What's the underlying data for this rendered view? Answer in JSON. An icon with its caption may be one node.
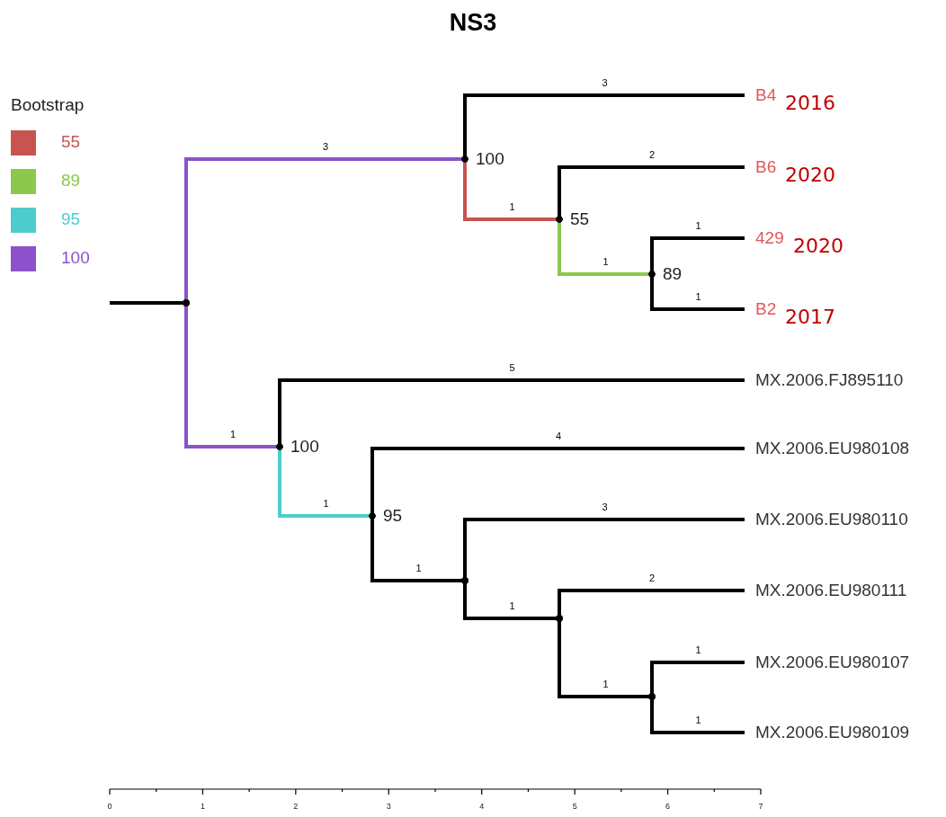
{
  "diagram": {
    "title": "NS3",
    "nodes": [
      {
        "text": [],
        "shape": "circle"
      },
      {
        "text": [
          "100"
        ]
      },
      {
        "text": [
          "B4"
        ],
        "beside": [
          "2016"
        ]
      },
      {
        "text": [
          "55"
        ]
      },
      {
        "text": [
          "B6"
        ],
        "beside": [
          "2020"
        ]
      },
      {
        "text": [
          "89"
        ]
      },
      {
        "text": [
          "429"
        ],
        "beside": [
          "2020"
        ]
      },
      {
        "text": [
          "B2"
        ],
        "beside": [
          "2017"
        ]
      },
      {
        "text": [
          "100"
        ]
      },
      {
        "text": [
          "MX.2006.FJ895110"
        ]
      },
      {
        "text": [
          "95"
        ]
      },
      {
        "text": [
          "MX.2006.EU980108"
        ]
      },
      {
        "text": [],
        "shape": "circle"
      },
      {
        "text": [
          "MX.2006.EU980110"
        ]
      },
      {
        "text": [],
        "shape": "circle"
      },
      {
        "text": [
          "MX.2006.EU980111"
        ]
      },
      {
        "text": [],
        "shape": "circle"
      },
      {
        "text": [
          "MX.2006.EU980107"
        ]
      },
      {
        "text": [
          "MX.2006.EU980109"
        ]
      }
    ],
    "edges": [
      {
        "from": null,
        "to": 0,
        "arrow": "none"
      },
      {
        "from": 0,
        "to": 1,
        "arrow": "none",
        "label": "3",
        "color": "#8b52cc"
      },
      {
        "from": 1,
        "to": 2,
        "arrow": "none",
        "label": "3"
      },
      {
        "from": 1,
        "to": 3,
        "arrow": "none",
        "label": "1",
        "color": "#c85450"
      },
      {
        "from": 3,
        "to": 4,
        "arrow": "none",
        "label": "2"
      },
      {
        "from": 3,
        "to": 5,
        "arrow": "none",
        "label": "1",
        "color": "#8cc84c"
      },
      {
        "from": 5,
        "to": 6,
        "arrow": "none",
        "label": "1"
      },
      {
        "from": 5,
        "to": 7,
        "arrow": "none",
        "label": "1"
      },
      {
        "from": 0,
        "to": 8,
        "arrow": "none",
        "label": "1",
        "color": "#8b52cc"
      },
      {
        "from": 8,
        "to": 9,
        "arrow": "none",
        "label": "5"
      },
      {
        "from": 8,
        "to": 10,
        "arrow": "none",
        "label": "1",
        "color": "#4ecbcc"
      },
      {
        "from": 10,
        "to": 11,
        "arrow": "none",
        "label": "4"
      },
      {
        "from": 10,
        "to": 12,
        "arrow": "none",
        "label": "1"
      },
      {
        "from": 12,
        "to": 13,
        "arrow": "none",
        "label": "3"
      },
      {
        "from": 12,
        "to": 14,
        "arrow": "none",
        "label": "1"
      },
      {
        "from": 14,
        "to": 15,
        "arrow": "none",
        "label": "2"
      },
      {
        "from": 14,
        "to": 16,
        "arrow": "none",
        "label": "1"
      },
      {
        "from": 16,
        "to": 17,
        "arrow": "none",
        "label": "1"
      },
      {
        "from": 16,
        "to": 18,
        "arrow": "none",
        "label": "1"
      }
    ],
    "labels": [
      "Bootstrap",
      "0",
      "1",
      "2",
      "3",
      "4",
      "5",
      "6",
      "7"
    ],
    "legend": [
      {
        "text": "55",
        "color": "#c85450"
      },
      {
        "text": "89",
        "color": "#8cc84c"
      },
      {
        "text": "95",
        "color": "#4ecbcc"
      },
      {
        "text": "100",
        "color": "#8b52cc"
      }
    ]
  }
}
